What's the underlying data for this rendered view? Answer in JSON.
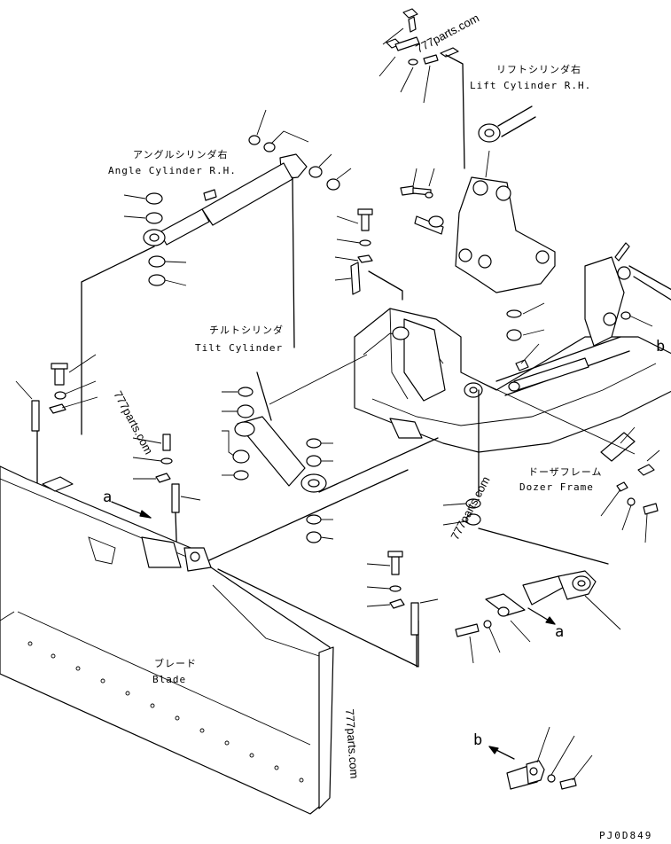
{
  "labels": {
    "lift_cyl_jp": "リフトシリンダ右",
    "lift_cyl_en": "Lift Cylinder R.H.",
    "angle_cyl_jp": "アングルシリンダ右",
    "angle_cyl_en": "Angle Cylinder R.H.",
    "tilt_cyl_jp": "チルトシリンダ",
    "tilt_cyl_en": "Tilt Cylinder",
    "dozer_frame_jp": "ドーザフレーム",
    "dozer_frame_en": "Dozer Frame",
    "blade_jp": "ブレード",
    "blade_en": "Blade"
  },
  "refs": {
    "a_left": "a",
    "a_right": "a",
    "b_top": "b",
    "b_bottom": "b"
  },
  "watermarks": [
    "777parts.com",
    "777parts.com",
    "777parts.com",
    "777parts.com"
  ],
  "drawing_code": "PJ0D849"
}
